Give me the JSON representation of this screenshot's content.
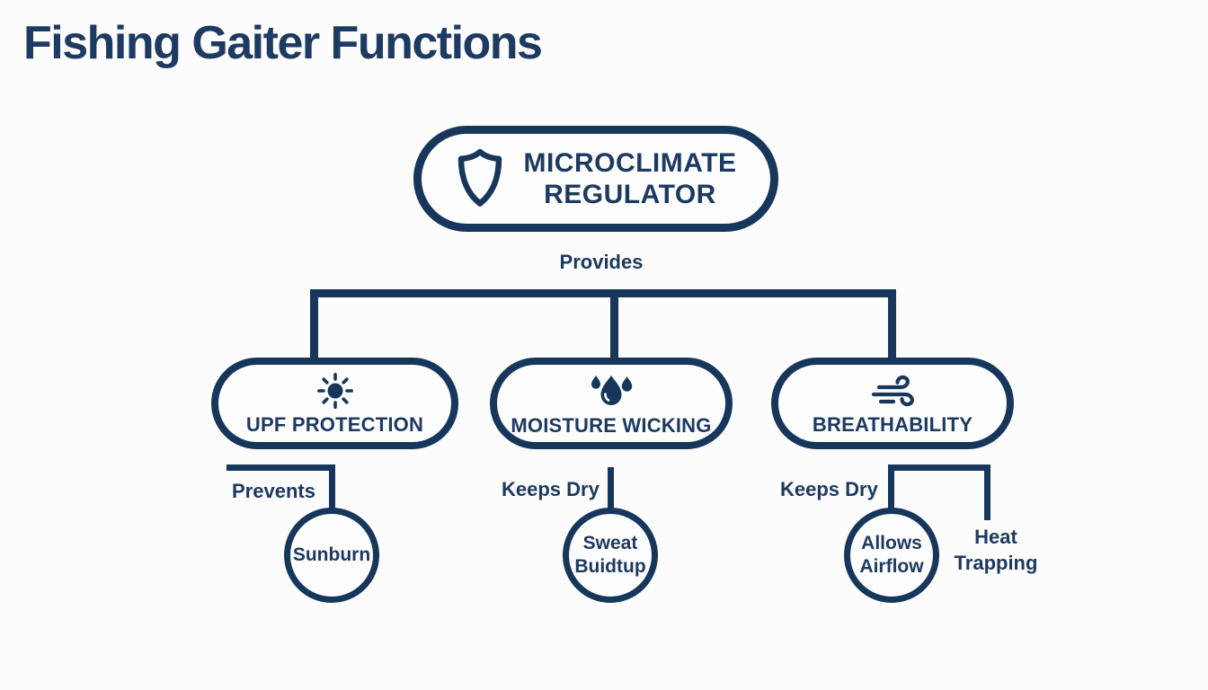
{
  "colors": {
    "navy": "#16365c",
    "text_navy": "#1c3a60",
    "background": "#fcfcfd"
  },
  "title": "Fishing Gaiter Functions",
  "root_node": {
    "icon": "shield-icon",
    "label_line1": "MICROCLIMATE",
    "label_line2": "REGULATOR"
  },
  "edge_from_root": "Provides",
  "branches": [
    {
      "label": "UPF PROTECTION",
      "icon": "sun-icon",
      "edge_label": "Prevents",
      "outcome": "Sunburn"
    },
    {
      "label": "MOISTURE WICKING",
      "icon": "droplet-icon",
      "edge_label": "Keeps Dry",
      "outcome": "Sweat Buidtup"
    },
    {
      "label": "BREATHABILITY",
      "icon": "wind-icon",
      "edge_label": "Keeps Dry",
      "outcome": "Allows Airflow",
      "secondary_outcome": "Heat Trapping"
    }
  ]
}
